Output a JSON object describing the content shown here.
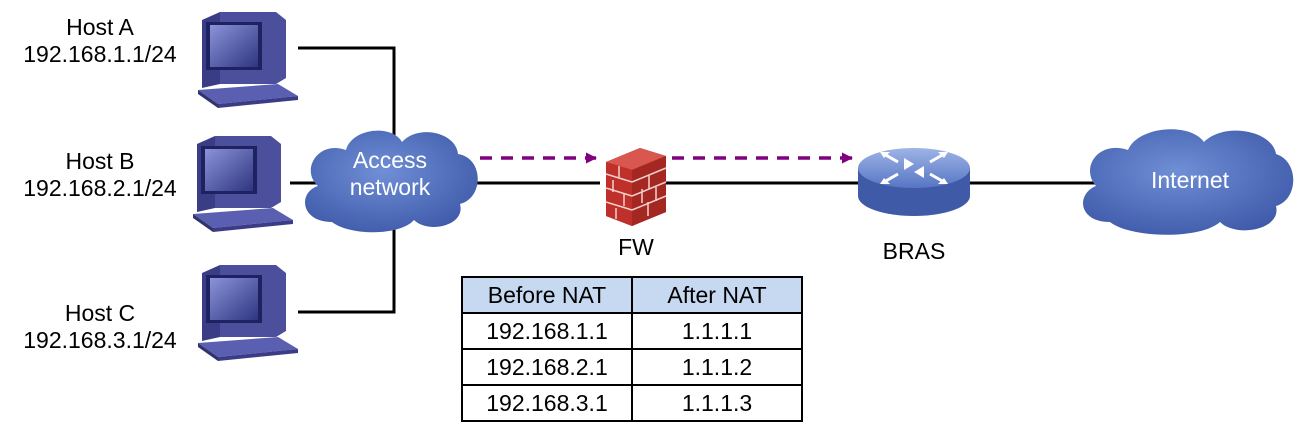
{
  "hosts": [
    {
      "name": "Host A",
      "ip": "192.168.1.1/24"
    },
    {
      "name": "Host B",
      "ip": "192.168.2.1/24"
    },
    {
      "name": "Host C",
      "ip": "192.168.3.1/24"
    }
  ],
  "access_cloud": {
    "line1": "Access",
    "line2": "network"
  },
  "internet_cloud": {
    "label": "Internet"
  },
  "firewall": {
    "label": "FW"
  },
  "bras": {
    "label": "BRAS"
  },
  "nat_table": {
    "headers": [
      "Before NAT",
      "After NAT"
    ],
    "rows": [
      [
        "192.168.1.1",
        "1.1.1.1"
      ],
      [
        "192.168.2.1",
        "1.1.1.2"
      ],
      [
        "192.168.3.1",
        "1.1.1.3"
      ]
    ]
  },
  "colors": {
    "cloud": "#4a67b8",
    "flow_arrow": "#800080",
    "table_header": "#c6d9f1",
    "firewall": "#c0302a",
    "router": "#5a7dc8"
  },
  "icons": [
    "desktop-computer-icon",
    "firewall-icon",
    "router-icon",
    "cloud-icon"
  ]
}
